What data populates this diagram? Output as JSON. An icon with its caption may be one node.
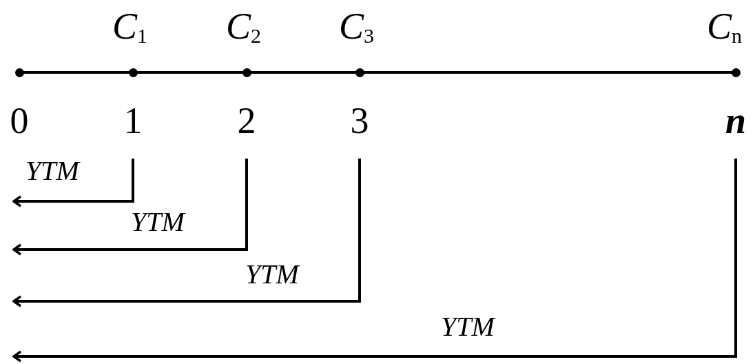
{
  "diagram": {
    "nodes": [
      {
        "text": [
          "0"
        ]
      },
      {
        "text": [
          "1"
        ],
        "beside": [
          "C$_{1}$"
        ]
      },
      {
        "text": [
          "2"
        ],
        "beside": [
          "C$_{2}$"
        ]
      },
      {
        "text": [
          "3"
        ],
        "beside": [
          "C$_{3}$"
        ]
      },
      {
        "text": [
          "n"
        ],
        "beside": [
          "C$_{n}$"
        ]
      }
    ],
    "edges": [
      {
        "from": 1,
        "to": null,
        "arrow": "to",
        "label": "YTM"
      },
      {
        "from": 2,
        "to": null,
        "arrow": "to",
        "label": "YTM"
      },
      {
        "from": 3,
        "to": null,
        "arrow": "to",
        "label": "YTM"
      },
      {
        "from": 4,
        "to": null,
        "arrow": "to",
        "label": "YTM"
      }
    ]
  }
}
